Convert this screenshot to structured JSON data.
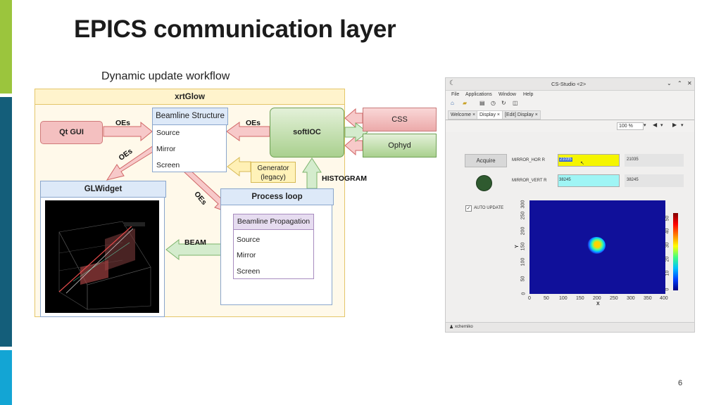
{
  "slide": {
    "title": "EPICS communication layer",
    "subtitle": "Dynamic update workflow",
    "page_number": "6"
  },
  "diagram": {
    "outer_title": "xrtGlow",
    "qt_gui": "Qt GUI",
    "beamline_structure": {
      "header": "Beamline Structure",
      "items": [
        "Source",
        "Mirror",
        "Screen"
      ]
    },
    "softioc": "softIOC",
    "css": "CSS",
    "ophyd": "Ophyd",
    "generator": {
      "line1": "Generator",
      "line2": "(legacy)"
    },
    "glwidget": "GLWidget",
    "process_loop": "Process loop",
    "beamline_propagation": {
      "header": "Beamline Propagation",
      "items": [
        "Source",
        "Mirror",
        "Screen"
      ]
    },
    "arrows": {
      "oes_1": "OEs",
      "oes_2": "OEs",
      "oes_3": "OEs",
      "oes_4": "OEs",
      "histogram": "HISTOGRAM",
      "beam": "BEAM"
    }
  },
  "cs_studio": {
    "window_title": "CS-Studio <2>",
    "menu": [
      "File",
      "Applications",
      "Window",
      "Help"
    ],
    "tabs": [
      "Welcome ×",
      "Display ×",
      "[Edit] Display ×"
    ],
    "zoom": "100 %",
    "acquire_button": "Acquire",
    "mirror_hor_label": "MIRROR_HOR R",
    "mirror_hor_input": "21035",
    "mirror_hor_value": "21035",
    "mirror_vert_label": "MIRROR_VERT R",
    "mirror_vert_input": "38245",
    "mirror_vert_value": "38245",
    "auto_update": "AUTO UPDATE",
    "status_user": "xcherniko",
    "plot": {
      "x_ticks": [
        "0",
        "50",
        "100",
        "150",
        "200",
        "250",
        "300",
        "350",
        "400"
      ],
      "y_ticks": [
        "0",
        "50",
        "100",
        "150",
        "200",
        "250",
        "300"
      ],
      "x_label": "X",
      "y_label": "Y",
      "colorbar_ticks": [
        "0",
        "10",
        "20",
        "30",
        "40",
        "50"
      ]
    },
    "colors": {
      "hor_field": "#f5f500",
      "vert_field": "#9ff5f5",
      "led": "#2f5a2f"
    }
  }
}
